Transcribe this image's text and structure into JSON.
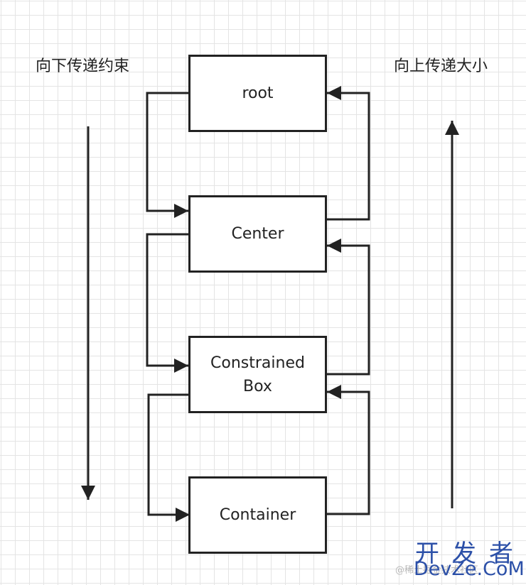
{
  "labels": {
    "left": "向下传递约束",
    "right": "向上传递大小"
  },
  "nodes": [
    {
      "id": "root",
      "text": "root"
    },
    {
      "id": "center",
      "text": "Center"
    },
    {
      "id": "constrained",
      "text": "Constrained\nBox"
    },
    {
      "id": "container",
      "text": "Container"
    }
  ],
  "watermark": {
    "zh": "开发者",
    "en": "DevZe.CoM",
    "faint": "@稀土掘金技术社区"
  },
  "colors": {
    "stroke": "#222222",
    "grid": "#e4e4e4",
    "watermark": "#2c50a8"
  }
}
